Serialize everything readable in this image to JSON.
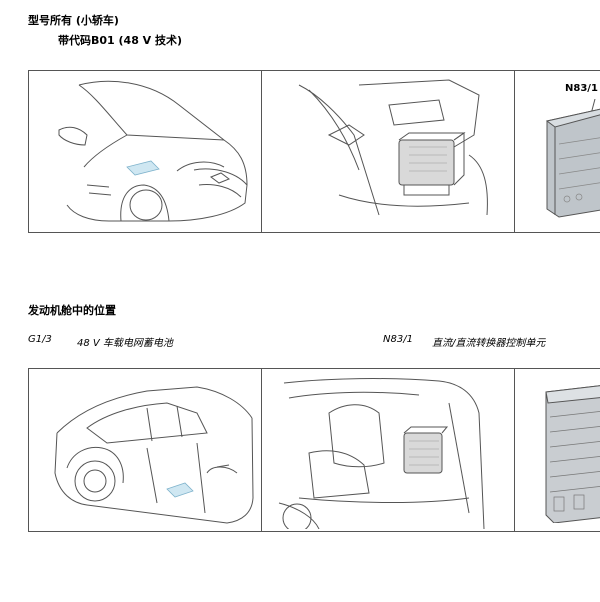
{
  "header": {
    "title": "型号所有 (小轿车)",
    "subtitle": "带代码B01 (48 V 技术)"
  },
  "section": {
    "title": "发动机舱中的位置"
  },
  "legend": [
    {
      "code": "G1/3",
      "description": "48 V 车载电网蓄电池"
    },
    {
      "code": "N83/1",
      "description": "直流/直流转换器控制单元"
    }
  ],
  "figures": {
    "top_callout": "N83/1"
  },
  "colors": {
    "highlight": "#cfe7f2",
    "line": "#555555"
  }
}
